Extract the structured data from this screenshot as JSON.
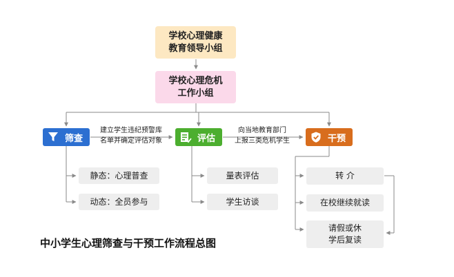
{
  "top_node": {
    "line1": "学校心理健康",
    "line2": "教育领导小组"
  },
  "mid_node": {
    "line1": "学校心理危机",
    "line2": "工作小组"
  },
  "stages": {
    "screening": {
      "label": "筛查",
      "icon": "funnel-icon",
      "color": "#2c6fd1"
    },
    "evaluation": {
      "label": "评估",
      "icon": "checklist-icon",
      "color": "#4cae2f"
    },
    "intervention": {
      "label": "干预",
      "icon": "shield-check-icon",
      "color": "#d86d1d"
    }
  },
  "edge_screen_to_eval": {
    "line1": "建立学生违纪预警库",
    "line2": "名单并确定评估对象"
  },
  "edge_eval_to_interv": {
    "line1": "向当地教育部门",
    "line2": "上报三类危机学生"
  },
  "screening_items": [
    "静态：心理普查",
    "动态：全员参与"
  ],
  "evaluation_items": [
    "量表评估",
    "学生访谈"
  ],
  "intervention_items": [
    {
      "line1": "转 介",
      "line2": ""
    },
    {
      "line1": "在校继续就读",
      "line2": ""
    },
    {
      "line1": "请假或休",
      "line2": "学后复读"
    }
  ],
  "title": "中小学生心理筛查与干预工作流程总图"
}
